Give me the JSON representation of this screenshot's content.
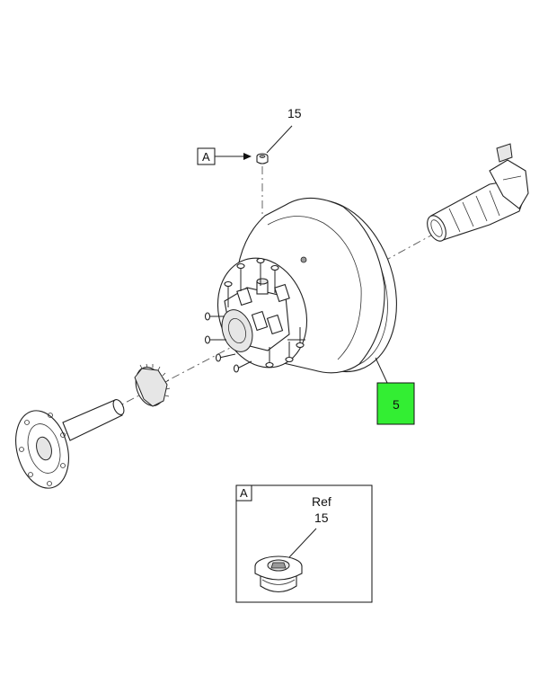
{
  "callouts": {
    "bolt_number": "15",
    "hub_number": "5",
    "view_ref_box": "A",
    "detail_letter": "A",
    "detail_ref": "Ref",
    "detail_number": "15"
  },
  "colors": {
    "highlight": "#33ee33",
    "line": "#222222",
    "background": "#ffffff"
  }
}
